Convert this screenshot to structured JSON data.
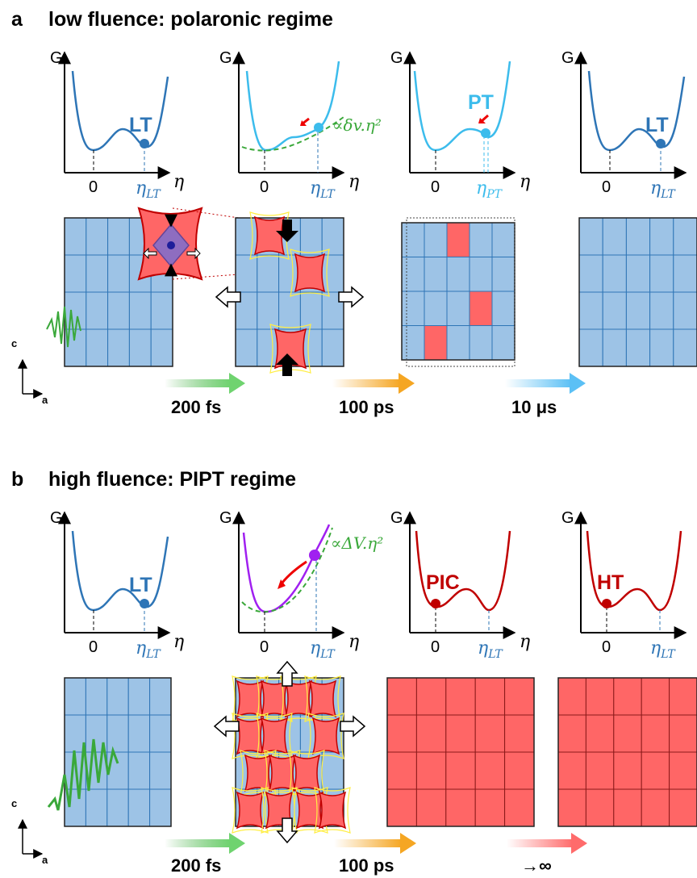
{
  "panels": [
    {
      "letter": "a",
      "title": "low fluence: polaronic regime"
    },
    {
      "letter": "b",
      "title": "high fluence: PIPT regime"
    }
  ],
  "axis": {
    "g": "G",
    "eta": "η",
    "zero": "0",
    "c": "c",
    "a": "a"
  },
  "eta_labels": {
    "lt_main": "η",
    "lt_sub": "LT",
    "pt_main": "η",
    "pt_sub": "PT"
  },
  "states": {
    "lt": "LT",
    "pt": "PT",
    "pic": "PIC",
    "ht": "HT"
  },
  "proportional": {
    "low": "∝δv.η²",
    "high": "∝ΔV.η²"
  },
  "times": {
    "a": [
      "200 fs",
      "100 ps",
      "10 μs"
    ],
    "b": [
      "200 fs",
      "100 ps",
      "→∞"
    ]
  },
  "colors": {
    "lt_curve": "#2e75b6",
    "pt_curve": "#3cbcec",
    "ht_curve": "#c00000",
    "transient": "#a020f0",
    "green": "#3aa83a",
    "cell_blue": "#9dc3e6",
    "cell_red": "#ff6666",
    "grid_line": "#2e75b6"
  }
}
